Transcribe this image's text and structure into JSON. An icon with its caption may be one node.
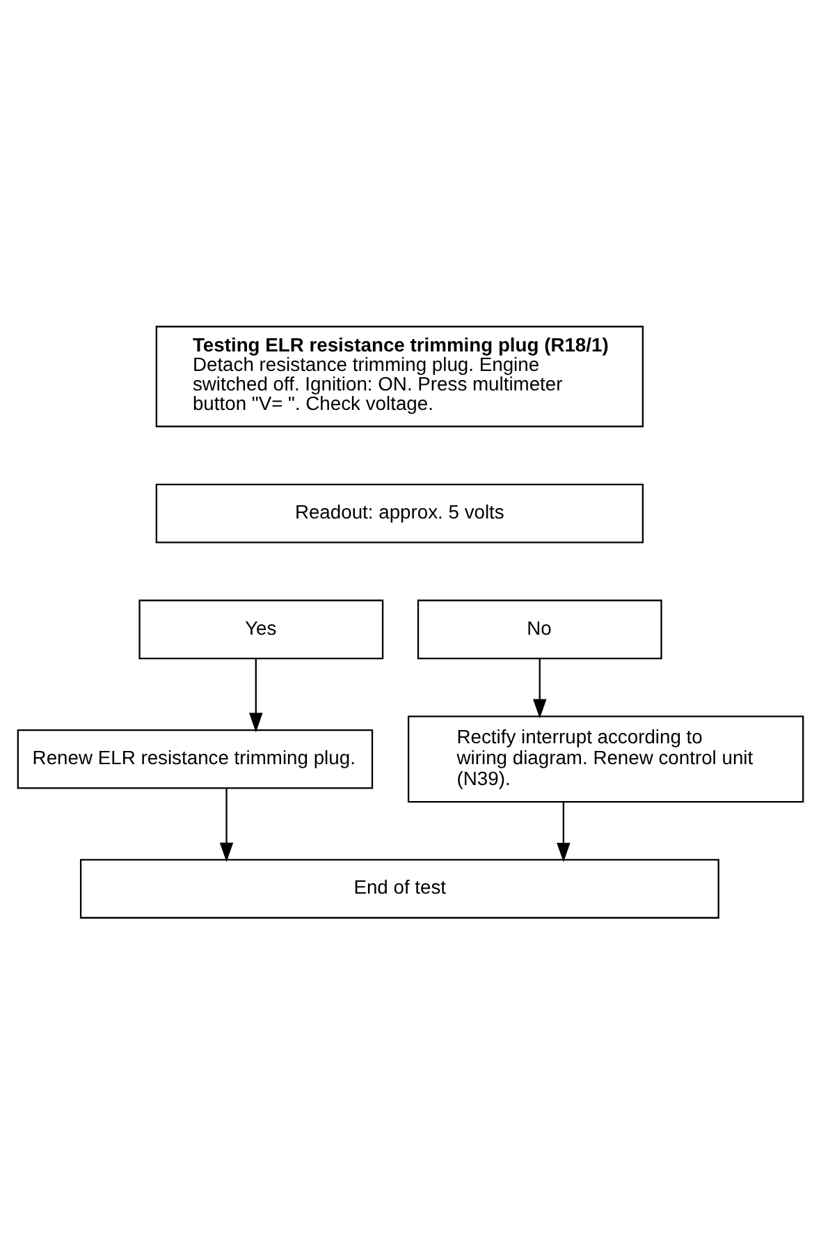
{
  "diagram": {
    "nodes": [
      {
        "text": [
          "Testing ELR resistance trimming plug (R18/1)",
          "Detach resistance trimming plug. Engine switched off. Ignition: ON. Press multimeter button \"V= \". Check voltage."
        ]
      },
      {
        "text": [
          "Readout: approx. 5 volts"
        ]
      },
      {
        "text": [
          "Yes"
        ]
      },
      {
        "text": [
          "No"
        ]
      },
      {
        "text": [
          "Rectify interrupt according to wiring diagram. Renew control unit (N39)."
        ]
      },
      {
        "text": [
          "Renew ELR resistance trimming plug."
        ]
      },
      {
        "text": [
          "End of test"
        ]
      }
    ],
    "edges": [
      {
        "from": 2,
        "to": 5,
        "arrow": "to"
      },
      {
        "from": 3,
        "to": 4,
        "arrow": "to"
      },
      {
        "from": 5,
        "to": 6,
        "arrow": "to"
      },
      {
        "from": 4,
        "to": 6,
        "arrow": "to"
      }
    ]
  }
}
